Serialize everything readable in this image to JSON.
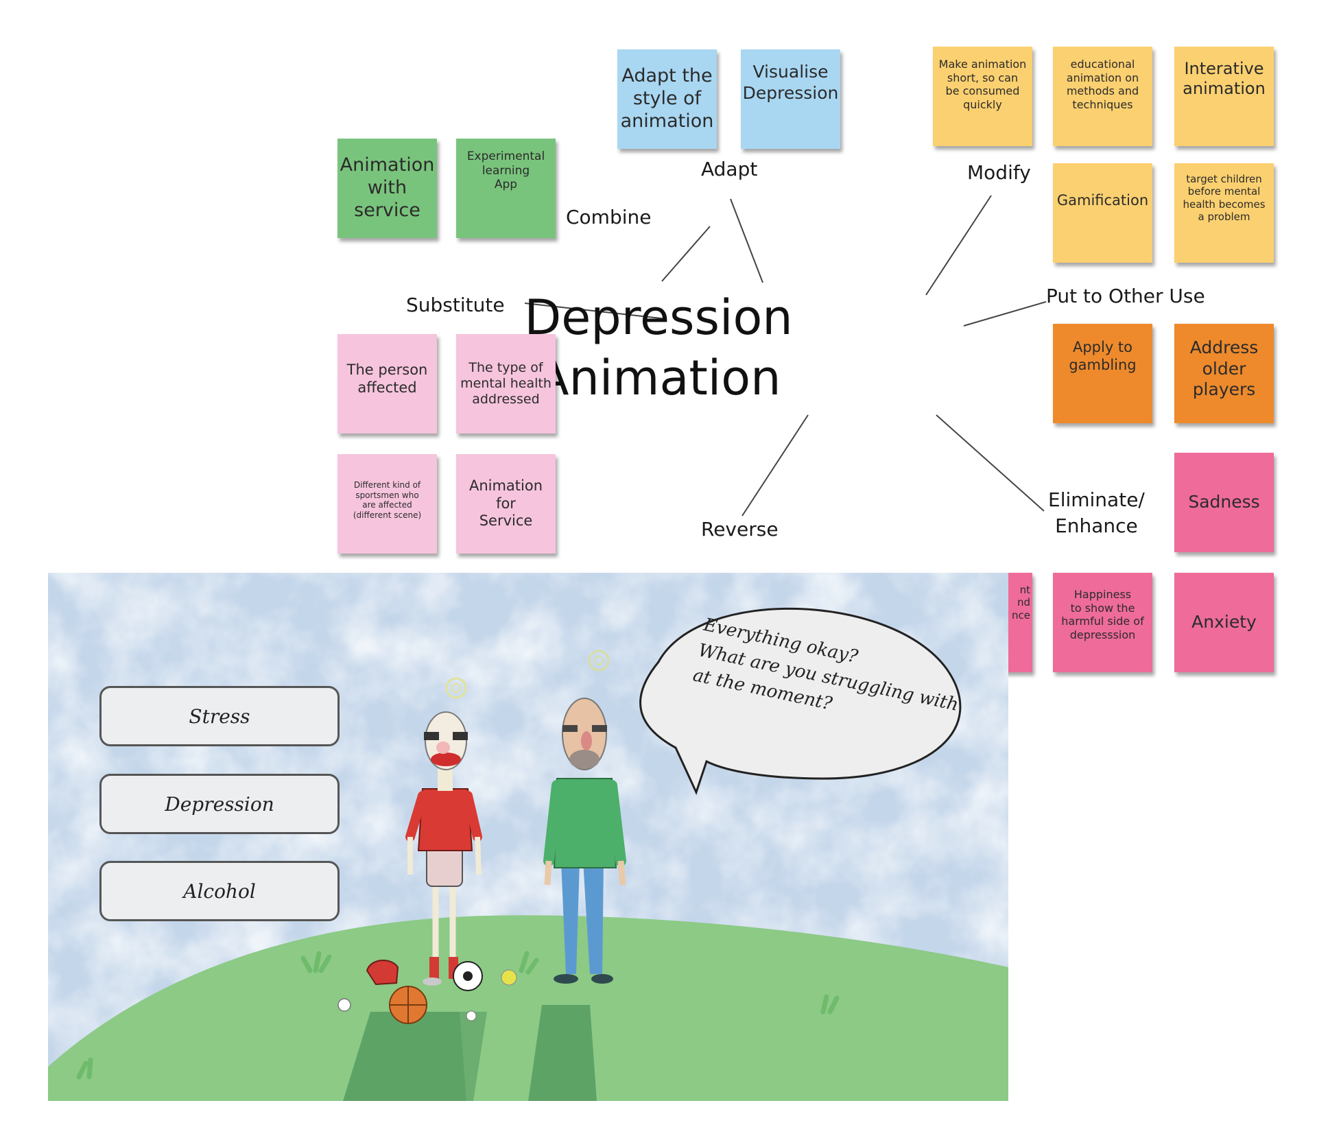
{
  "center": {
    "line1": "Depression",
    "line2": "Animation"
  },
  "branches": {
    "combine": "Combine",
    "adapt": "Adapt",
    "modify": "Modify",
    "substitute": "Substitute",
    "put_to_other_use": "Put to Other Use",
    "reverse": "Reverse",
    "eliminate_line1": "Eliminate/",
    "eliminate_line2": "Enhance"
  },
  "notes": {
    "combine": [
      {
        "lines": [
          "Animation",
          "with",
          "service"
        ]
      },
      {
        "lines": [
          "Experimental",
          "learning",
          "App"
        ]
      }
    ],
    "adapt": [
      {
        "lines": [
          "Adapt the",
          "style of",
          "animation"
        ]
      },
      {
        "lines": [
          "Visualise",
          "Depression"
        ]
      }
    ],
    "modify": [
      {
        "lines": [
          "Make animation",
          "short, so can",
          "be consumed",
          "quickly"
        ]
      },
      {
        "lines": [
          "educational",
          "animation on",
          "methods and",
          "techniques"
        ]
      },
      {
        "lines": [
          "Interative",
          "animation"
        ]
      },
      {
        "lines": [
          "Gamification"
        ]
      },
      {
        "lines": [
          "target children",
          "before mental",
          "health becomes",
          "a problem"
        ]
      }
    ],
    "substitute": [
      {
        "lines": [
          "The person",
          "affected"
        ]
      },
      {
        "lines": [
          "The type of",
          "mental health",
          "addressed"
        ]
      },
      {
        "lines": [
          "Different kind of",
          "sportsmen who",
          "are affected",
          "(different scene)"
        ]
      },
      {
        "lines": [
          "Animation",
          "for",
          "Service"
        ]
      }
    ],
    "put_to_other_use": [
      {
        "lines": [
          "Apply to",
          "gambling"
        ]
      },
      {
        "lines": [
          "Address",
          "older",
          "players"
        ]
      }
    ],
    "eliminate": [
      {
        "lines": [
          "Sadness"
        ]
      },
      {
        "lines": [
          "Happiness",
          "to show the",
          "harmful side of",
          "depresssion"
        ]
      },
      {
        "lines": [
          "Anxiety"
        ]
      },
      {
        "lines": [
          "",
          "nt",
          "",
          "nd",
          "nce"
        ]
      }
    ]
  },
  "scene": {
    "speech_bubble": "Everything okay?\nWhat are you struggling with\nat the moment?",
    "answers": [
      "Stress",
      "Depression",
      "Alcohol"
    ]
  },
  "colors": {
    "green_note": "#79c47c",
    "blue_note": "#a9d7f2",
    "yellow_note": "#fbd070",
    "orange_note": "#ee8a2c",
    "pink_note": "#f6c4dd",
    "hot_pink_note": "#ee6b9a",
    "sky": "#c4d6ea",
    "hill": "#8cca86"
  }
}
